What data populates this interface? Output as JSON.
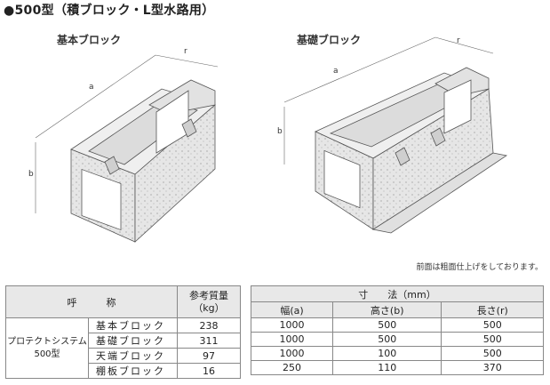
{
  "heading": "●500型（積ブロック・L型水路用）",
  "figures": {
    "left_title": "基本ブロック",
    "right_title": "基礎ブロック",
    "dim_a": "a",
    "dim_b": "b",
    "dim_r": "r"
  },
  "note": "前面は粗面仕上げをしております。",
  "table_left": {
    "header_name": "呼　　　称",
    "header_weight": "参考質量\n（kg）",
    "series_name": "プロテクトシステム\n500型",
    "rows": [
      {
        "name": "基本ブロック",
        "weight": "238"
      },
      {
        "name": "基礎ブロック",
        "weight": "311"
      },
      {
        "name": "天端ブロック",
        "weight": "97"
      },
      {
        "name": "棚板ブロック",
        "weight": "16"
      }
    ]
  },
  "table_right": {
    "header": "寸　　法（mm）",
    "col_width": "幅(a)",
    "col_height": "高さ(b)",
    "col_length": "長さ(r)",
    "rows": [
      {
        "width": "1000",
        "height": "500",
        "length": "500"
      },
      {
        "width": "1000",
        "height": "500",
        "length": "500"
      },
      {
        "width": "1000",
        "height": "100",
        "length": "500"
      },
      {
        "width": "250",
        "height": "110",
        "length": "370"
      }
    ]
  }
}
